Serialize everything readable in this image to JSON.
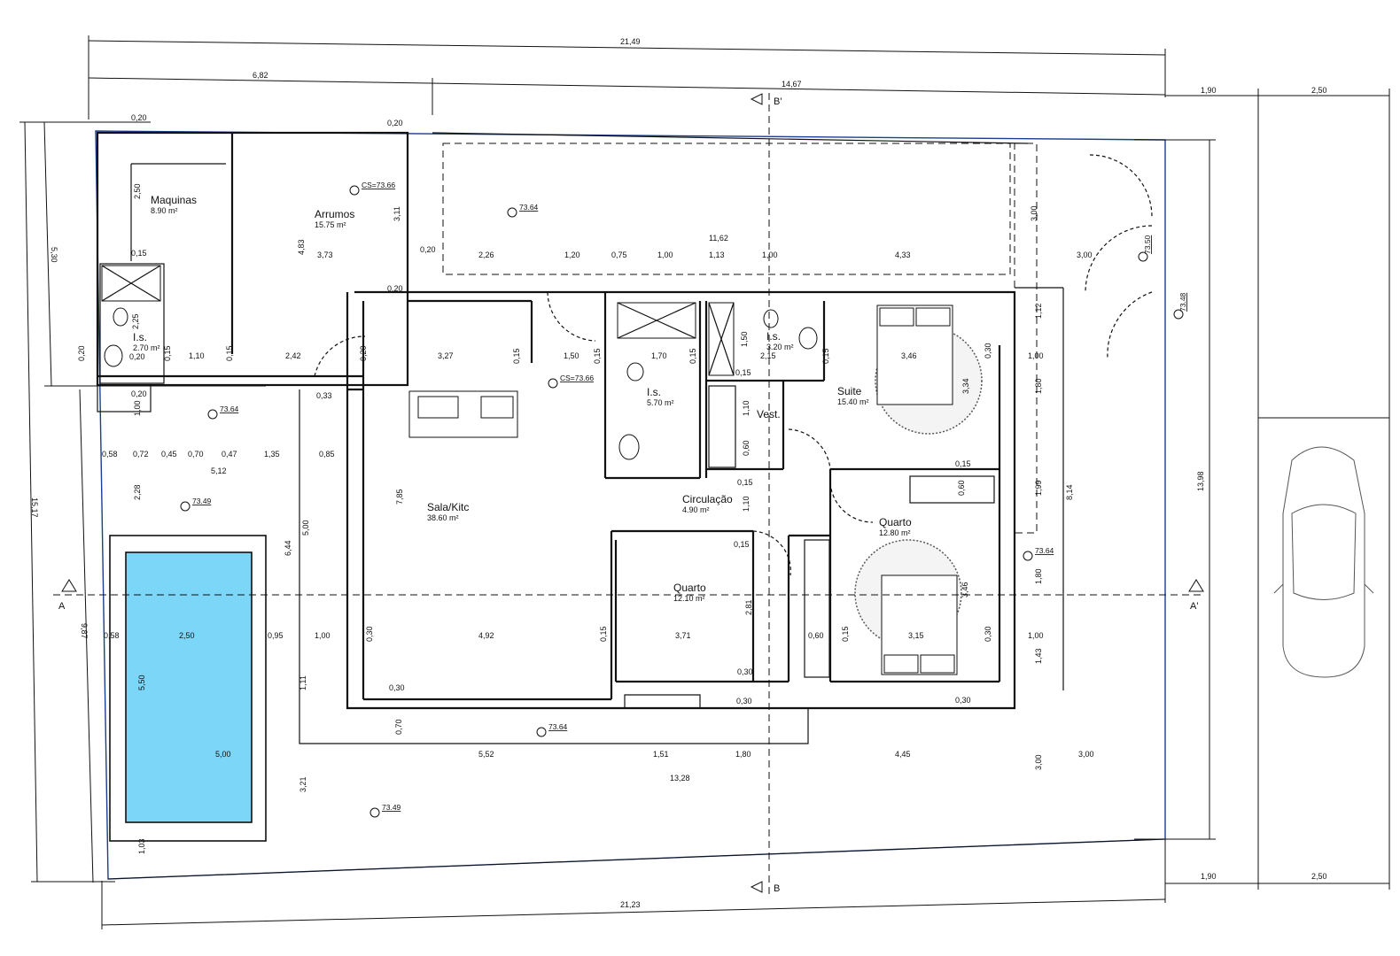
{
  "plan": {
    "outer_dims": {
      "top_total": "21,49",
      "bottom_total": "21,23",
      "top_left": "6,82",
      "top_right": "14,67",
      "left_total": "15,17",
      "left_upper": "5,30",
      "left_lower": "9,87",
      "right_total": "13,98",
      "street_top_a": "1,90",
      "street_top_b": "2,50",
      "street_bottom_a": "1,90",
      "street_bottom_b": "2,50"
    },
    "rooms": [
      {
        "key": "maquinas",
        "name": "Maquinas",
        "area": "8.90 m²"
      },
      {
        "key": "arrumos",
        "name": "Arrumos",
        "area": "15.75 m²"
      },
      {
        "key": "is_small",
        "name": "I.s.",
        "area": "2.70 m²"
      },
      {
        "key": "sala",
        "name": "Sala/Kitc",
        "area": "38.60 m²"
      },
      {
        "key": "is_mid",
        "name": "I.s.",
        "area": "5.70 m²"
      },
      {
        "key": "is_suite",
        "name": "I.s.",
        "area": "3.20 m²"
      },
      {
        "key": "suite",
        "name": "Suite",
        "area": "15.40 m²"
      },
      {
        "key": "vest",
        "name": "Vest.",
        "area": ""
      },
      {
        "key": "circulacao",
        "name": "Circulação",
        "area": "4.90 m²"
      },
      {
        "key": "quarto1",
        "name": "Quarto",
        "area": "12.80 m²"
      },
      {
        "key": "quarto2",
        "name": "Quarto",
        "area": "12.10 m²"
      }
    ],
    "levels": [
      "CS=73.66",
      "73.64",
      "CS=73.66",
      "73.64",
      "73.49",
      "73.64",
      "73.64",
      "73.49",
      "73.50",
      "73.48"
    ],
    "sections": {
      "b_top": "B'",
      "b_bottom": "B",
      "a_left": "A",
      "a_right": "A'"
    },
    "dims": [
      "0,20",
      "0,20",
      "2,50",
      "0,15",
      "2,25",
      "0,20",
      "0,20",
      "0,15",
      "1,10",
      "0,15",
      "2,42",
      "0,20",
      "0,20",
      "4,83",
      "3,73",
      "3,11",
      "0,20",
      "11,62",
      "2,26",
      "1,20",
      "0,75",
      "1,00",
      "1,13",
      "1,00",
      "4,33",
      "3,00",
      "3,00",
      "0,20",
      "1,00",
      "0,33",
      "3,27",
      "0,15",
      "1,50",
      "0,15",
      "1,70",
      "0,15",
      "1,50",
      "2,15",
      "0,15",
      "3,46",
      "0,30",
      "1,00",
      "1,12",
      "0,58",
      "0,72",
      "0,45",
      "0,70",
      "0,47",
      "1,35",
      "0,85",
      "5,12",
      "2,28",
      "6,44",
      "5,00",
      "7,85",
      "0,15",
      "1,10",
      "0,60",
      "0,15",
      "1,10",
      "0,60",
      "0,15",
      "3,34",
      "0,15",
      "1,80",
      "1,99",
      "8,14",
      "1,80",
      "0,58",
      "2,50",
      "0,95",
      "1,00",
      "0,30",
      "4,92",
      "0,15",
      "3,71",
      "2,81",
      "0,60",
      "0,15",
      "3,15",
      "3,46",
      "0,30",
      "1,00",
      "1,43",
      "5,50",
      "1,11",
      "0,30",
      "0,30",
      "0,30",
      "0,30",
      "0,70",
      "5,00",
      "5,52",
      "1,51",
      "1,80",
      "4,45",
      "3,00",
      "13,28",
      "3,00",
      "3,21",
      "1,03"
    ]
  }
}
